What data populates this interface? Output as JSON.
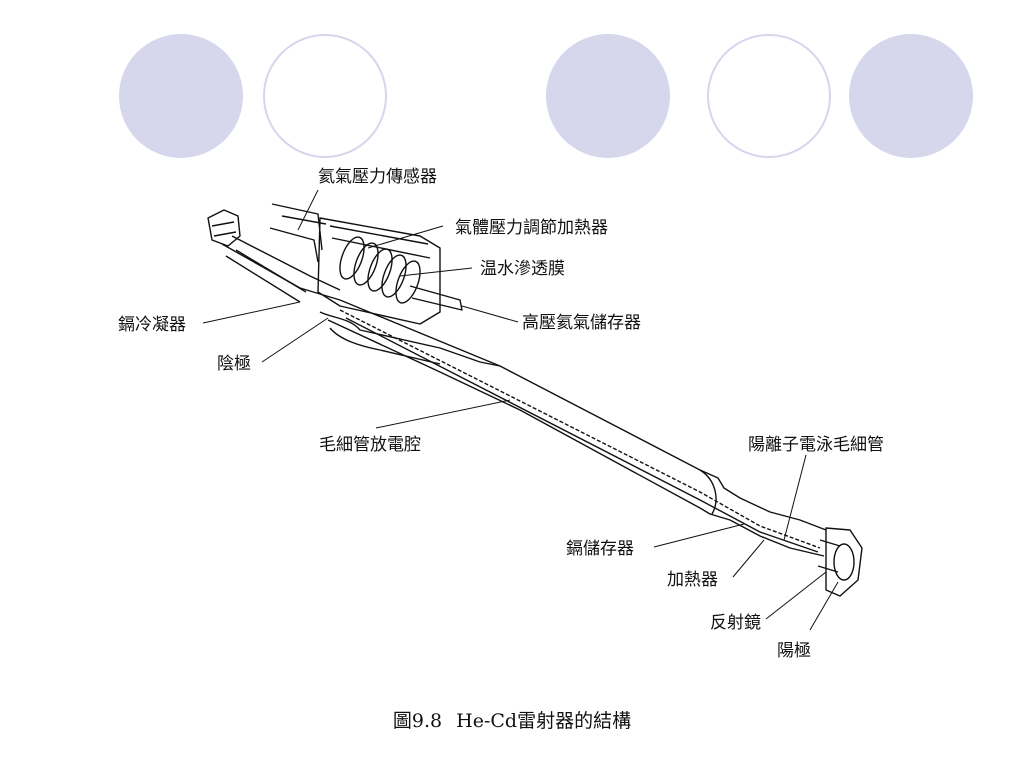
{
  "decor_circles": [
    {
      "style": "filled"
    },
    {
      "style": "outline"
    },
    {
      "style": "filled"
    },
    {
      "style": "outline"
    },
    {
      "style": "filled"
    }
  ],
  "colors": {
    "circle_fill": "#d6d6ec",
    "circle_outline": "#d6d6ec",
    "line": "#111111"
  },
  "labels": {
    "he_pressure_sensor": "氦氣壓力傳感器",
    "gas_pressure_heater": "氣體壓力調節加熱器",
    "warm_water_membrane": "温水滲透膜",
    "hp_he_reservoir": "高壓氦氣儲存器",
    "cd_condenser": "鎘冷凝器",
    "cathode": "陰極",
    "capillary_cavity": "毛細管放電腔",
    "anode_ion_capillary": "陽離子電泳毛細管",
    "cd_reservoir": "鎘儲存器",
    "heater": "加熱器",
    "reflector": "反射鏡",
    "anode": "陽極"
  },
  "caption": {
    "number": "圖9.8",
    "title": "He-Cd雷射器的結構"
  }
}
